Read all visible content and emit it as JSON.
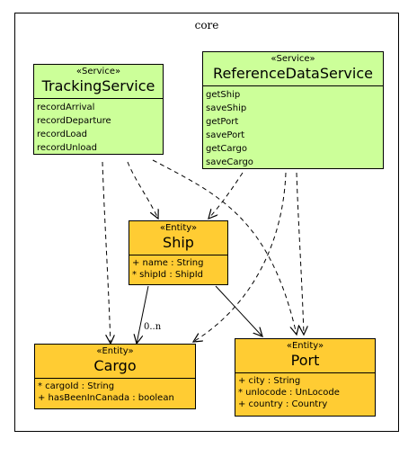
{
  "package": {
    "title": "core"
  },
  "classes": {
    "tracking": {
      "stereotype": "«Service»",
      "name": "TrackingService",
      "members": [
        "recordArrival",
        "recordDeparture",
        "recordLoad",
        "recordUnload"
      ]
    },
    "refdata": {
      "stereotype": "«Service»",
      "name": "ReferenceDataService",
      "members": [
        "getShip",
        "saveShip",
        "getPort",
        "savePort",
        "getCargo",
        "saveCargo"
      ]
    },
    "ship": {
      "stereotype": "«Entity»",
      "name": "Ship",
      "members": [
        "+ name : String",
        "* shipId : ShipId"
      ]
    },
    "cargo": {
      "stereotype": "«Entity»",
      "name": "Cargo",
      "members": [
        "* cargoId : String",
        "+ hasBeenInCanada : boolean"
      ]
    },
    "port": {
      "stereotype": "«Entity»",
      "name": "Port",
      "members": [
        "+ city : String",
        "* unlocode : UnLocode",
        "+ country : Country"
      ]
    }
  },
  "labels": {
    "multiplicity": "0..n"
  },
  "colors": {
    "service": "#ccff99",
    "entity": "#ffcc33"
  }
}
